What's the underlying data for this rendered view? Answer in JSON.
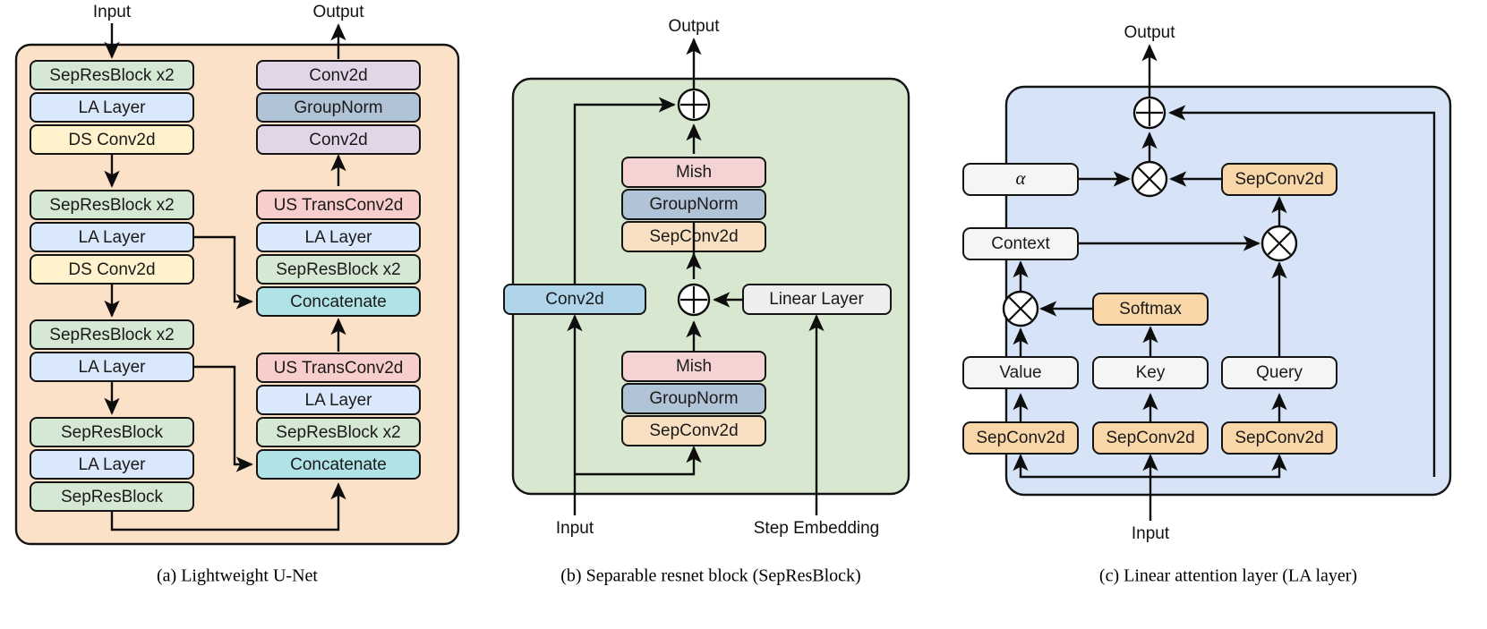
{
  "figure": {
    "panels": [
      {
        "id": "a",
        "caption": "(a) Lightweight U-Net",
        "panel_fill": "#fae1c8",
        "io_labels": {
          "input": "Input",
          "output": "Output"
        },
        "encoder_stages": [
          {
            "blocks": [
              {
                "label": "SepResBlock x2",
                "color": "#d5e8d4"
              },
              {
                "label": "LA Layer",
                "color": "#dae8fc"
              },
              {
                "label": "DS Conv2d",
                "color": "#fff2cc"
              }
            ]
          },
          {
            "blocks": [
              {
                "label": "SepResBlock x2",
                "color": "#d5e8d4"
              },
              {
                "label": "LA Layer",
                "color": "#dae8fc"
              },
              {
                "label": "DS Conv2d",
                "color": "#fff2cc"
              }
            ]
          },
          {
            "blocks": [
              {
                "label": "SepResBlock x2",
                "color": "#d5e8d4"
              },
              {
                "label": "LA Layer",
                "color": "#dae8fc"
              }
            ]
          },
          {
            "blocks": [
              {
                "label": "SepResBlock",
                "color": "#d5e8d4"
              },
              {
                "label": "LA Layer",
                "color": "#dae8fc"
              },
              {
                "label": "SepResBlock",
                "color": "#d5e8d4"
              }
            ]
          }
        ],
        "decoder_stages": [
          {
            "blocks": [
              {
                "label": "Conv2d",
                "color": "#e1d5e7"
              },
              {
                "label": "GroupNorm",
                "color": "#b1c3d6"
              },
              {
                "label": "Conv2d",
                "color": "#e1d5e7"
              }
            ]
          },
          {
            "blocks": [
              {
                "label": "US TransConv2d",
                "color": "#f8cecc"
              },
              {
                "label": "LA Layer",
                "color": "#dae8fc"
              },
              {
                "label": "SepResBlock x2",
                "color": "#d5e8d4"
              },
              {
                "label": "Concatenate",
                "color": "#b0e3e6"
              }
            ]
          },
          {
            "blocks": [
              {
                "label": "US TransConv2d",
                "color": "#f8cecc"
              },
              {
                "label": "LA Layer",
                "color": "#dae8fc"
              },
              {
                "label": "SepResBlock x2",
                "color": "#d5e8d4"
              },
              {
                "label": "Concatenate",
                "color": "#b0e3e6"
              }
            ]
          }
        ]
      },
      {
        "id": "b",
        "caption": "(b) Separable resnet block (SepResBlock)",
        "panel_fill": "#d8e8d0",
        "io_labels": {
          "input": "Input",
          "output": "Output",
          "step": "Step Embedding"
        },
        "operators": [
          {
            "symbol": "+",
            "name": "add-top"
          },
          {
            "symbol": "+",
            "name": "add-mid"
          }
        ],
        "blocks": [
          {
            "label": "Mish",
            "color": "#f5d3d3"
          },
          {
            "label": "GroupNorm",
            "color": "#b1c3d6"
          },
          {
            "label": "SepConv2d",
            "color": "#fae0c3"
          },
          {
            "label": "Conv2d",
            "color": "#b0d5ea"
          },
          {
            "label": "Linear Layer",
            "color": "#eeeeee"
          },
          {
            "label": "Mish",
            "color": "#f5d3d3"
          },
          {
            "label": "GroupNorm",
            "color": "#b1c3d6"
          },
          {
            "label": "SepConv2d",
            "color": "#fae0c3"
          }
        ]
      },
      {
        "id": "c",
        "caption": "(c) Linear attention layer (LA layer)",
        "panel_fill": "#d7e4f7",
        "io_labels": {
          "input": "Input",
          "output": "Output"
        },
        "operators": [
          {
            "symbol": "+",
            "name": "add-output"
          },
          {
            "symbol": "x",
            "name": "mul-alpha"
          },
          {
            "symbol": "x",
            "name": "mul-context-query"
          },
          {
            "symbol": "x",
            "name": "mul-value-softmax"
          }
        ],
        "blocks": [
          {
            "label": "α",
            "color": "#f5f5f5"
          },
          {
            "label": "SepConv2d",
            "color": "#fad7a8"
          },
          {
            "label": "Context",
            "color": "#f5f5f5"
          },
          {
            "label": "Softmax",
            "color": "#fad7a8"
          },
          {
            "label": "Value",
            "color": "#f5f5f5"
          },
          {
            "label": "Key",
            "color": "#f5f5f5"
          },
          {
            "label": "Query",
            "color": "#f5f5f5"
          },
          {
            "label": "SepConv2d",
            "color": "#fad7a8"
          },
          {
            "label": "SepConv2d",
            "color": "#fad7a8"
          },
          {
            "label": "SepConv2d",
            "color": "#fad7a8"
          }
        ]
      }
    ]
  },
  "a": {
    "input": "Input",
    "output": "Output",
    "e1_1": "SepResBlock x2",
    "e1_2": "LA Layer",
    "e1_3": "DS Conv2d",
    "e2_1": "SepResBlock x2",
    "e2_2": "LA Layer",
    "e2_3": "DS Conv2d",
    "e3_1": "SepResBlock x2",
    "e3_2": "LA Layer",
    "e4_1": "SepResBlock",
    "e4_2": "LA Layer",
    "e4_3": "SepResBlock",
    "d1_1": "Conv2d",
    "d1_2": "GroupNorm",
    "d1_3": "Conv2d",
    "d2_1": "US TransConv2d",
    "d2_2": "LA Layer",
    "d2_3": "SepResBlock x2",
    "d2_4": "Concatenate",
    "d3_1": "US TransConv2d",
    "d3_2": "LA Layer",
    "d3_3": "SepResBlock x2",
    "d3_4": "Concatenate",
    "caption": "(a) Lightweight U-Net"
  },
  "b": {
    "input": "Input",
    "output": "Output",
    "step": "Step Embedding",
    "mish_top": "Mish",
    "gn_top": "GroupNorm",
    "sep_top": "SepConv2d",
    "conv2d": "Conv2d",
    "linear": "Linear Layer",
    "mish_bot": "Mish",
    "gn_bot": "GroupNorm",
    "sep_bot": "SepConv2d",
    "op_add_top": "+",
    "op_add_mid": "+",
    "caption": "(b) Separable resnet block (SepResBlock)"
  },
  "c": {
    "input": "Input",
    "output": "Output",
    "alpha": "α",
    "sepconv_right": "SepConv2d",
    "context": "Context",
    "softmax": "Softmax",
    "value": "Value",
    "key": "Key",
    "query": "Query",
    "sep_v": "SepConv2d",
    "sep_k": "SepConv2d",
    "sep_q": "SepConv2d",
    "op_add": "+",
    "op_mul_alpha": "×",
    "op_mul_ctx": "×",
    "op_mul_val": "×",
    "caption": "(c) Linear attention layer (LA layer)"
  }
}
